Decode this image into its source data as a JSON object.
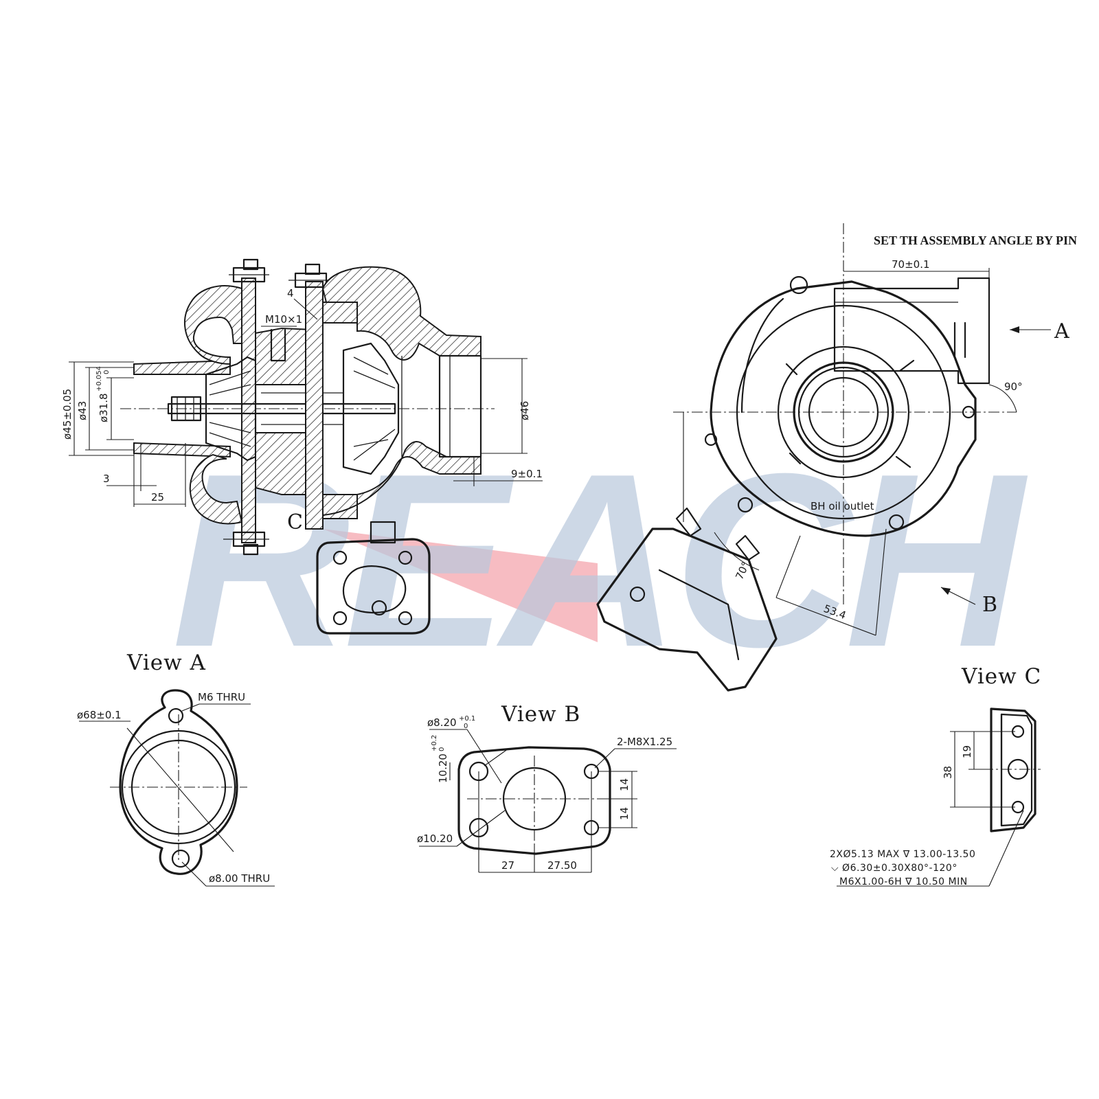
{
  "watermark": {
    "text": "REACH",
    "color": "#b9c8dc",
    "accent": "#f4a6ad"
  },
  "main_view": {
    "labels": {
      "section_c": "C",
      "thread": "M10×1",
      "part_number": "4"
    },
    "dimensions": {
      "d45": "ø45±0.05",
      "d43": "ø43",
      "d31": "ø31.8",
      "d31_tol": "+0.054",
      "d31_tol2": "0",
      "d46": "ø46",
      "len3": "3",
      "len25": "25",
      "len9": "9±0.1"
    }
  },
  "side_view": {
    "note": "SET TH ASSEMBLY ANGLE BY PIN",
    "dim70": "70±0.1",
    "label_a": "A",
    "label_b": "B",
    "angle90": "90°",
    "angle70": "70°",
    "dim53": "53.4",
    "oil_outlet": "BH oil outlet"
  },
  "view_a": {
    "title": "View A",
    "d68": "ø68±0.1",
    "m6": "M6 THRU",
    "d8": "ø8.00 THRU"
  },
  "view_b": {
    "title": "View B",
    "d820": "ø8.20",
    "d820_tol": "+0.1",
    "d820_tol2": "0",
    "len1020": "10.20",
    "len1020_tol": "+0.2",
    "len1020_tol2": "0",
    "d1020": "ø10.20",
    "thread": "2-M8X1.25",
    "dim14a": "14",
    "dim14b": "14",
    "dim27": "27",
    "dim2750": "27.50"
  },
  "view_c": {
    "title": "View C",
    "dim19": "19",
    "dim38": "38",
    "note1": "2XØ5.13  MAX  ∇ 13.00-13.50",
    "note2": "⌵  Ø6.30±0.30X80°-120°",
    "note3": "M6X1.00-6H  ∇ 10.50  MIN"
  }
}
